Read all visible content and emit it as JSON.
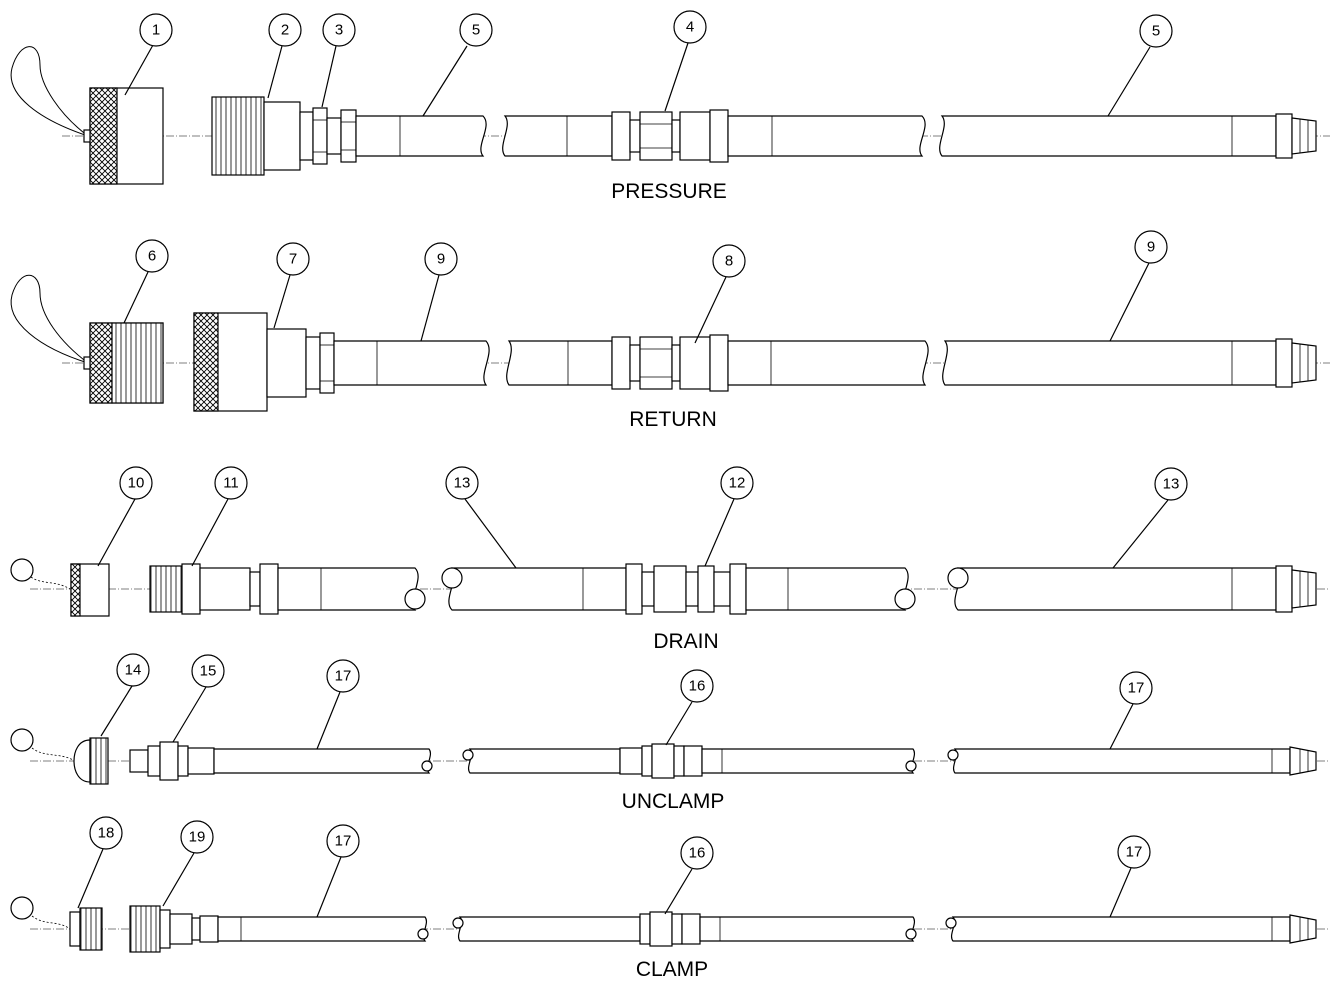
{
  "diagram": {
    "assemblies": [
      {
        "label": "PRESSURE",
        "balloons": [
          "1",
          "2",
          "3",
          "5",
          "4",
          "5"
        ]
      },
      {
        "label": "RETURN",
        "balloons": [
          "6",
          "7",
          "9",
          "8",
          "9"
        ]
      },
      {
        "label": "DRAIN",
        "balloons": [
          "10",
          "11",
          "13",
          "12",
          "13"
        ]
      },
      {
        "label": "UNCLAMP",
        "balloons": [
          "14",
          "15",
          "17",
          "16",
          "17"
        ]
      },
      {
        "label": "CLAMP",
        "balloons": [
          "18",
          "19",
          "17",
          "16",
          "17"
        ]
      }
    ]
  }
}
